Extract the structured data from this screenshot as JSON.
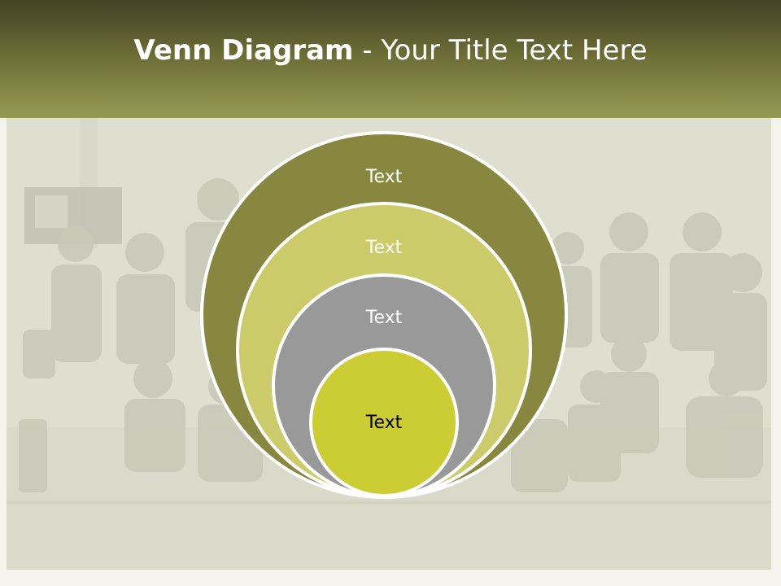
{
  "header": {
    "title_bold": "Venn Diagram",
    "title_rest": " - Your Title Text Here"
  },
  "diagram": {
    "circles": [
      {
        "label": "Text",
        "fill": "#87873f",
        "text_color": "#ffffff"
      },
      {
        "label": "Text",
        "fill": "#cbcb6a",
        "text_color": "#ffffff"
      },
      {
        "label": "Text",
        "fill": "#999999",
        "text_color": "#ffffff"
      },
      {
        "label": "Text",
        "fill": "#cccc33",
        "text_color": "#000000"
      }
    ],
    "stroke": "#ffffff"
  },
  "colors": {
    "header_top": "#434224",
    "header_bottom": "#979a52",
    "background": "#f4f4ec"
  }
}
